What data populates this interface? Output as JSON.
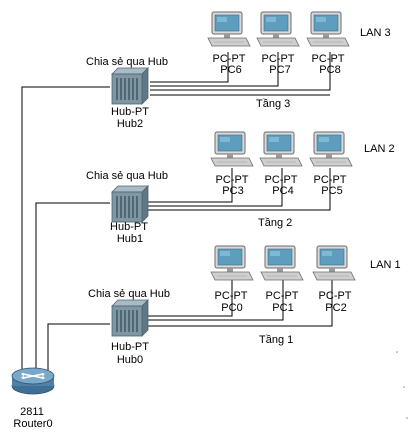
{
  "lans": [
    {
      "label": "LAN 3",
      "floor": "Tầng 3",
      "caption": "Chia sẻ qua Hub",
      "hub": {
        "type": "Hub-PT",
        "name": "Hub2"
      },
      "pcs": [
        {
          "type": "PC-PT",
          "name": "PC6"
        },
        {
          "type": "PC-PT",
          "name": "PC7"
        },
        {
          "type": "PC-PT",
          "name": "PC8"
        }
      ]
    },
    {
      "label": "LAN 2",
      "floor": "Tầng 2",
      "caption": "Chia sẻ qua Hub",
      "hub": {
        "type": "Hub-PT",
        "name": "Hub1"
      },
      "pcs": [
        {
          "type": "PC-PT",
          "name": "PC3"
        },
        {
          "type": "PC-PT",
          "name": "PC4"
        },
        {
          "type": "PC-PT",
          "name": "PC5"
        }
      ]
    },
    {
      "label": "LAN 1",
      "floor": "Tầng 1",
      "caption": "Chia sẻ qua Hub",
      "hub": {
        "type": "Hub-PT",
        "name": "Hub0"
      },
      "pcs": [
        {
          "type": "PC-PT",
          "name": "PC0"
        },
        {
          "type": "PC-PT",
          "name": "PC1"
        },
        {
          "type": "PC-PT",
          "name": "PC2"
        }
      ]
    }
  ],
  "router": {
    "model": "2811",
    "name": "Router0"
  },
  "colors": {
    "link": "#000000",
    "pc_screen": "#5f9dbf",
    "pc_body": "#d8d8d8",
    "hub_body": "#7f97a3",
    "router_body": "#4f81a6"
  }
}
